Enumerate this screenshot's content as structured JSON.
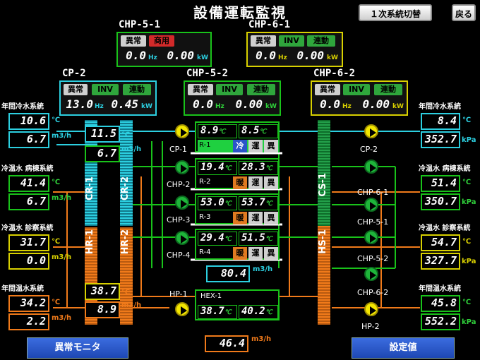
{
  "title": "設備運転監視",
  "header_buttons": {
    "system_switch": "１次系統切替",
    "back": "戻る"
  },
  "units": {
    "hz": "Hz",
    "kw": "kW",
    "m3h": "m3/h",
    "celsius": "℃",
    "kpa": "kPa"
  },
  "chp51": {
    "name": "CHP-5-1",
    "badge1": "異常",
    "badge2": "商用",
    "hz": "0.0",
    "kw": "0.00"
  },
  "chp61": {
    "name": "CHP-6-1",
    "badge1": "異常",
    "badge2": "INV",
    "badge3": "連動",
    "hz": "0.0",
    "kw": "0.00"
  },
  "cp2": {
    "name": "CP-2",
    "badge1": "異常",
    "badge2": "INV",
    "badge3": "連動",
    "hz": "13.0",
    "kw": "0.45"
  },
  "chp52": {
    "name": "CHP-5-2",
    "badge1": "異常",
    "badge2": "INV",
    "badge3": "連動",
    "hz": "0.0",
    "kw": "0.00"
  },
  "chp62": {
    "name": "CHP-6-2",
    "badge1": "異常",
    "badge2": "INV",
    "badge3": "連動",
    "hz": "0.0",
    "kw": "0.00"
  },
  "left": {
    "annual_cold": {
      "label": "年間冷水系統",
      "temp": "10.6",
      "flow": "6.7"
    },
    "ward_cold": {
      "label": "冷温水 病棟系統",
      "temp": "41.4",
      "flow": "6.7"
    },
    "clinic_cold": {
      "label": "冷温水 診察系統",
      "temp": "31.7",
      "flow": "0.0"
    },
    "annual_hot": {
      "label": "年間温水系統",
      "temp": "34.2",
      "flow": "2.2"
    }
  },
  "right": {
    "annual_cold": {
      "label": "年間冷水系統",
      "temp": "8.4",
      "press": "352.7"
    },
    "ward_cold": {
      "label": "冷温水 病棟系統",
      "temp": "51.4",
      "press": "350.7"
    },
    "clinic_cold": {
      "label": "冷温水 診察系統",
      "temp": "54.7",
      "press": "327.7"
    },
    "annual_hot": {
      "label": "年間温水系統",
      "temp": "45.8",
      "press": "552.2"
    }
  },
  "cr_header": {
    "temp": "11.5",
    "flow": "6.7"
  },
  "hr_header": {
    "temp": "38.7",
    "flow": "8.9"
  },
  "tanks": {
    "cr1": "CR-1",
    "cr2": "CR-2",
    "hr1": "HR-1",
    "hr2": "HR-2",
    "cs1": "CS-1",
    "hs1": "HS-1"
  },
  "pumps": {
    "cp1": "CP-1",
    "cp2": "CP-2",
    "chp2": "CHP-2",
    "chp3": "CHP-3",
    "chp4": "CHP-4",
    "hp1": "HP-1",
    "hp2": "HP-2",
    "chp61": "CHP-6-1",
    "chp51": "CHP-5-1",
    "chp52": "CHP-5-2",
    "chp62": "CHP-6-2"
  },
  "r1": {
    "name": "R-1",
    "t_in": "8.9",
    "t_out": "8.5",
    "mode1": "冷",
    "mode2": "運",
    "mode3": "異"
  },
  "r2": {
    "name": "R-2",
    "t_in": "19.4",
    "t_out": "28.3",
    "mode1": "暖",
    "mode2": "運",
    "mode3": "異"
  },
  "r3": {
    "name": "R-3",
    "t_in": "53.0",
    "t_out": "53.7",
    "mode1": "暖",
    "mode2": "運",
    "mode3": "異"
  },
  "r4": {
    "name": "R-4",
    "t_in": "29.4",
    "t_out": "51.5",
    "mode1": "暖",
    "mode2": "運",
    "mode3": "異"
  },
  "r_flow": "80.4",
  "hex1": {
    "name": "HEX-1",
    "t_in": "38.7",
    "t_out": "40.2"
  },
  "hex_flow": "46.4",
  "bottom_buttons": {
    "alarm_monitor": "異常モニタ",
    "settings": "設定値"
  }
}
